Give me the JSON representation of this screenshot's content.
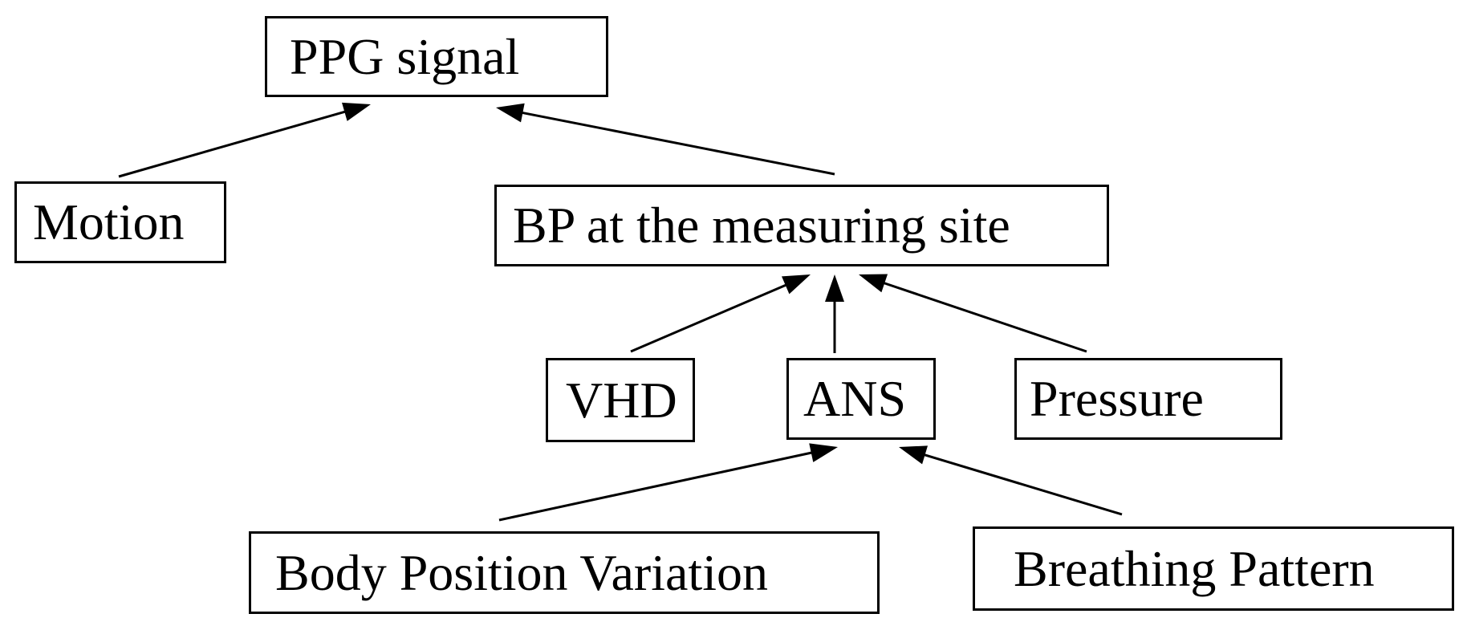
{
  "nodes": {
    "ppg": "PPG signal",
    "motion": "Motion",
    "bp": "BP at the measuring site",
    "vhd": "VHD",
    "ans": "ANS",
    "pressure": "Pressure",
    "body": "Body Position Variation",
    "breathing": "Breathing Pattern"
  },
  "edges": [
    {
      "from": "Motion",
      "to": "PPG signal"
    },
    {
      "from": "BP at the measuring site",
      "to": "PPG signal"
    },
    {
      "from": "VHD",
      "to": "BP at the measuring site"
    },
    {
      "from": "ANS",
      "to": "BP at the measuring site"
    },
    {
      "from": "Pressure",
      "to": "BP at the measuring site"
    },
    {
      "from": "Body Position Variation",
      "to": "ANS"
    },
    {
      "from": "Breathing Pattern",
      "to": "ANS"
    }
  ]
}
